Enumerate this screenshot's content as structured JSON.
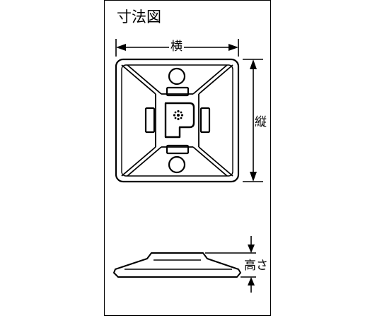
{
  "diagram": {
    "title": "寸法図",
    "labels": {
      "width": "横",
      "length": "縦",
      "height": "高さ"
    },
    "colors": {
      "line": "#000000",
      "background": "#ffffff"
    }
  }
}
